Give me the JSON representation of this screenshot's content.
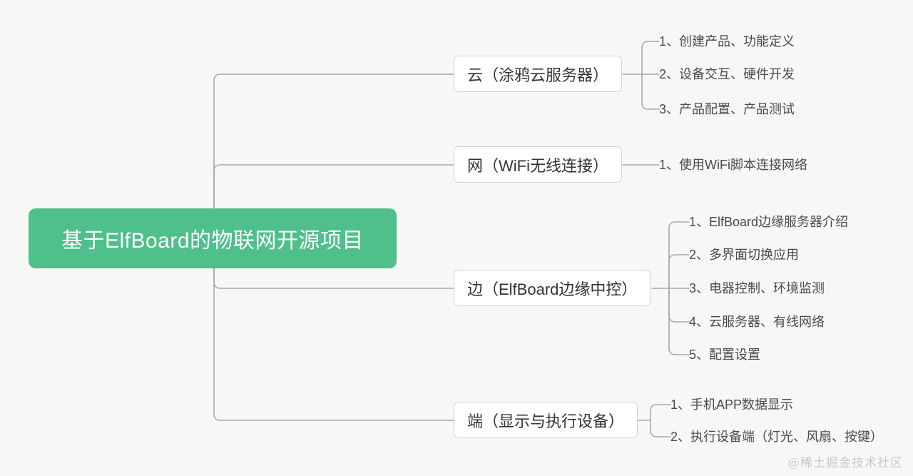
{
  "canvas": {
    "background_color": "#f7f7f6",
    "line_color": "#a9a9a9"
  },
  "root": {
    "label": "基于ElfBoard的物联网开源项目",
    "fill_color": "#4fbf8b",
    "text_color": "#ffffff"
  },
  "branches": [
    {
      "id": "cloud",
      "label": "云（涂鸦云服务器）",
      "children": [
        "1、创建产品、功能定义",
        "2、设备交互、硬件开发",
        "3、产品配置、产品测试"
      ]
    },
    {
      "id": "net",
      "label": "网（WiFi无线连接）",
      "children": [
        "1、使用WiFi脚本连接网络"
      ]
    },
    {
      "id": "edge",
      "label": "边（ElfBoard边缘中控）",
      "children": [
        "1、ElfBoard边缘服务器介绍",
        "2、多界面切换应用",
        "3、电器控制、环境监测",
        "4、云服务器、有线网络",
        "5、配置设置"
      ]
    },
    {
      "id": "device",
      "label": "端（显示与执行设备）",
      "children": [
        "1、手机APP数据显示",
        "2、执行设备端（灯光、风扇、按键）"
      ]
    }
  ],
  "watermark": {
    "text": "@稀土掘金技术社区"
  }
}
